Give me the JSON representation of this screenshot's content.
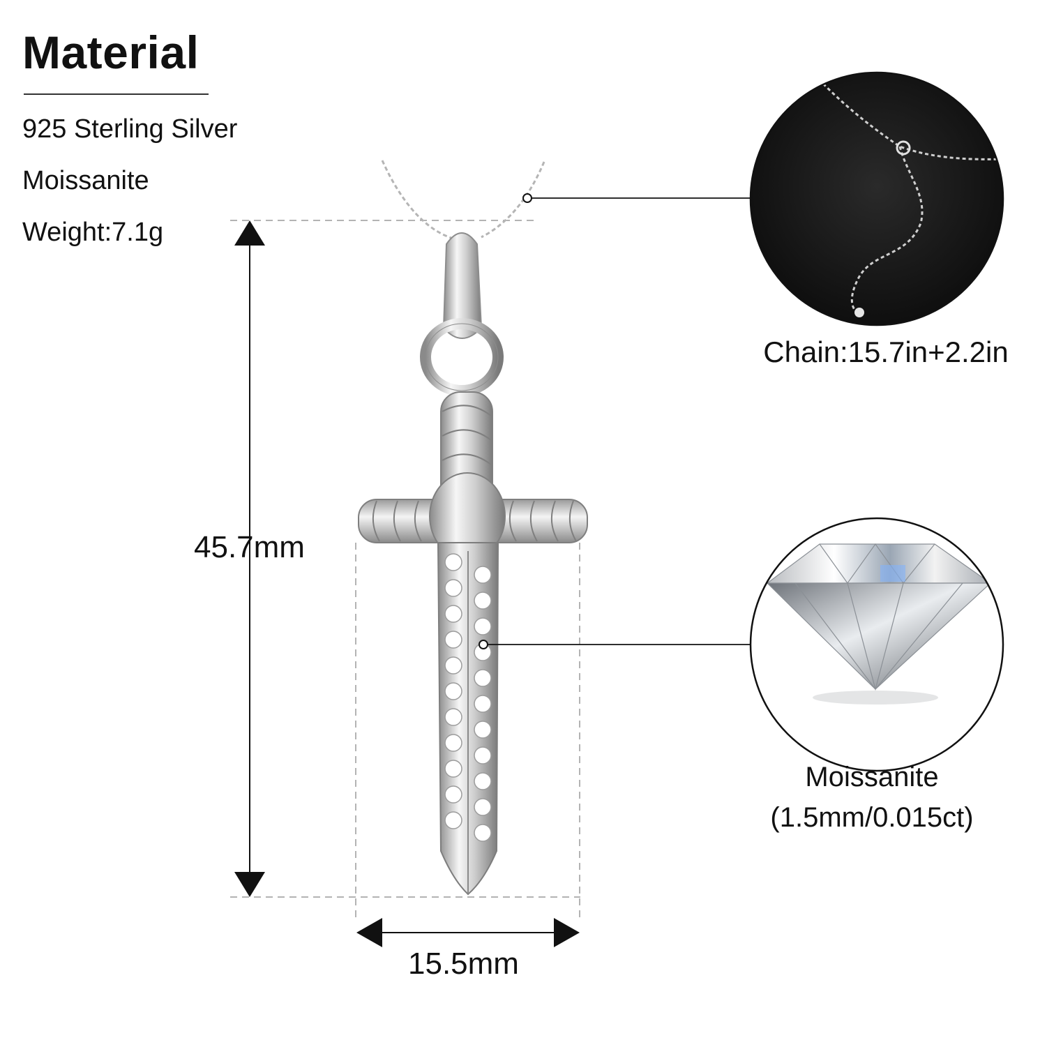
{
  "material": {
    "heading": "Material",
    "specs": [
      "925 Sterling Silver",
      "Moissanite",
      "Weight:7.1g"
    ]
  },
  "dimensions": {
    "height": "45.7mm",
    "width": "15.5mm"
  },
  "callouts": {
    "chain": "Chain:15.7in+2.2in",
    "stone_name": "Moissanite",
    "stone_spec": "(1.5mm/0.015ct)"
  },
  "colors": {
    "text": "#111111",
    "guide_line": "#9a9a9a",
    "silver_light": "#f4f4f4",
    "silver_mid": "#c9c9c9",
    "silver_dark": "#7a7a7a",
    "chain_photo_bg": "#151515"
  }
}
